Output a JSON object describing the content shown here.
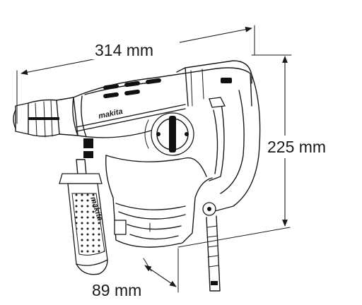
{
  "dimensions": {
    "length": "314 mm",
    "height": "225 mm",
    "handle_offset": "89 mm"
  },
  "brand": {
    "logo_text": "makita"
  },
  "colors": {
    "ink": "#1a1a1a",
    "background": "#ffffff"
  }
}
